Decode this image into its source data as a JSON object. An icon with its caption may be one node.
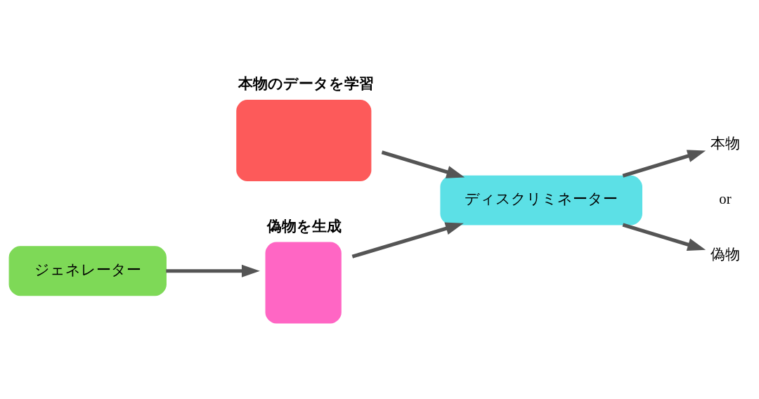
{
  "diagram": {
    "nodes": [
      {
        "text": [
          "本物のデータを学習"
        ]
      },
      {
        "text": [
          "ディスクリミネーター"
        ]
      },
      {
        "text": [
          "本物"
        ]
      },
      {
        "text": [
          "偽物"
        ]
      },
      {
        "text": [
          "ジェネレーター"
        ]
      },
      {
        "text": [
          "偽物を生成"
        ]
      }
    ],
    "edges": [
      {
        "from": 0,
        "to": 1,
        "arrow": "to"
      },
      {
        "from": 5,
        "to": 1,
        "arrow": "to"
      },
      {
        "from": 4,
        "to": 5,
        "arrow": "to"
      },
      {
        "from": 1,
        "to": 2,
        "arrow": "to"
      },
      {
        "from": 1,
        "to": 3,
        "arrow": "to"
      }
    ],
    "labels": [
      "or"
    ]
  }
}
